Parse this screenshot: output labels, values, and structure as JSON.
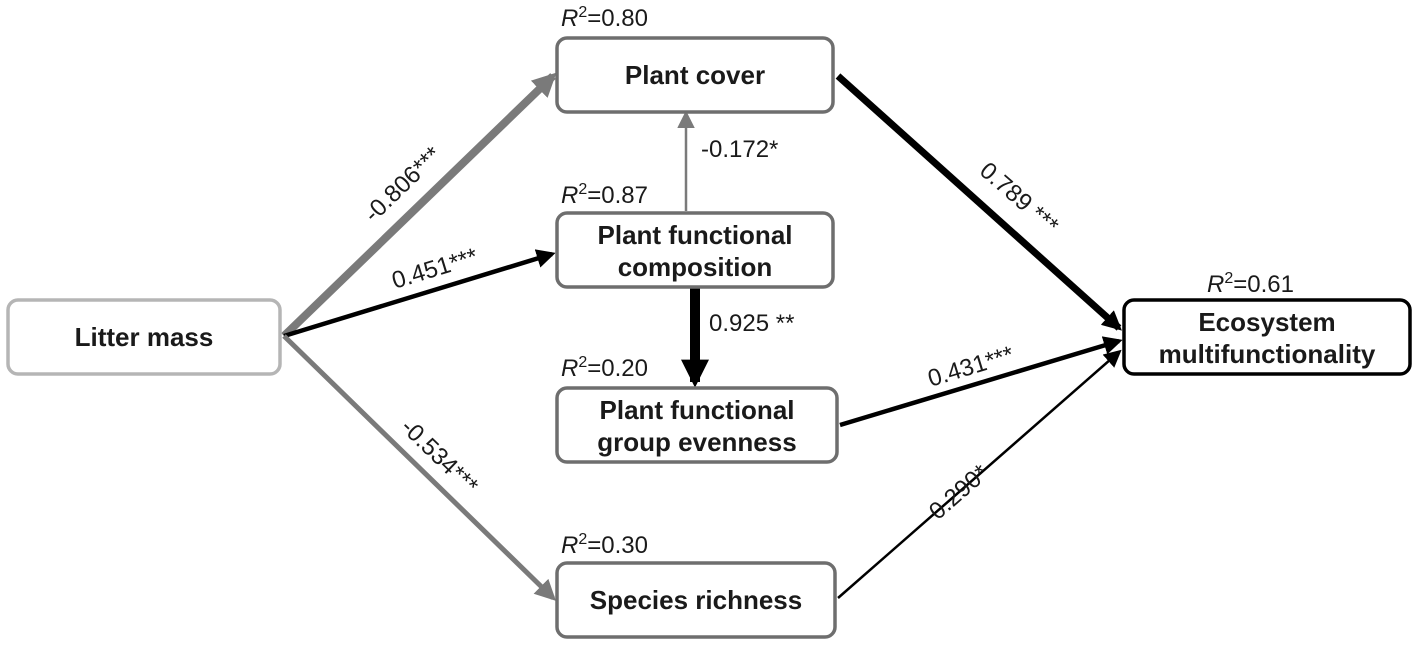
{
  "colors": {
    "black": "#000000",
    "gray": "#7a7a7a",
    "light_gray": "#b5b5b5",
    "box_border": "#6e6e6e",
    "text": "#1a1a1a"
  },
  "nodes": {
    "litter_mass": {
      "label": "Litter mass",
      "r2": ""
    },
    "plant_cover": {
      "label": "Plant cover",
      "r2_symbol": "R",
      "r2_sup": "2",
      "r2_value": "=0.80"
    },
    "plant_functional_composition": {
      "label_line1": "Plant functional",
      "label_line2": "composition",
      "r2_symbol": "R",
      "r2_sup": "2",
      "r2_value": "=0.87"
    },
    "plant_functional_group_evenness": {
      "label_line1": "Plant functional",
      "label_line2": "group evenness",
      "r2_symbol": "R",
      "r2_sup": "2",
      "r2_value": "=0.20"
    },
    "species_richness": {
      "label": "Species richness",
      "r2_symbol": "R",
      "r2_sup": "2",
      "r2_value": "=0.30"
    },
    "ecosystem_multifunctionality": {
      "label_line1": "Ecosystem",
      "label_line2": "multifunctionality",
      "r2_symbol": "R",
      "r2_sup": "2",
      "r2_value": "=0.61"
    }
  },
  "paths": {
    "litter_to_cover": {
      "coefficient": "-0.806***",
      "sign": "negative"
    },
    "litter_to_composition": {
      "coefficient": "0.451***",
      "sign": "positive"
    },
    "litter_to_richness": {
      "coefficient": "-0.534***",
      "sign": "negative"
    },
    "composition_to_cover": {
      "coefficient": "-0.172*",
      "sign": "negative"
    },
    "composition_to_evenness": {
      "coefficient": "0.925 **",
      "sign": "positive"
    },
    "cover_to_emf": {
      "coefficient": "0.789 ***",
      "sign": "positive"
    },
    "evenness_to_emf": {
      "coefficient": "0.431***",
      "sign": "positive"
    },
    "richness_to_emf": {
      "coefficient": "0.290*",
      "sign": "positive"
    }
  }
}
